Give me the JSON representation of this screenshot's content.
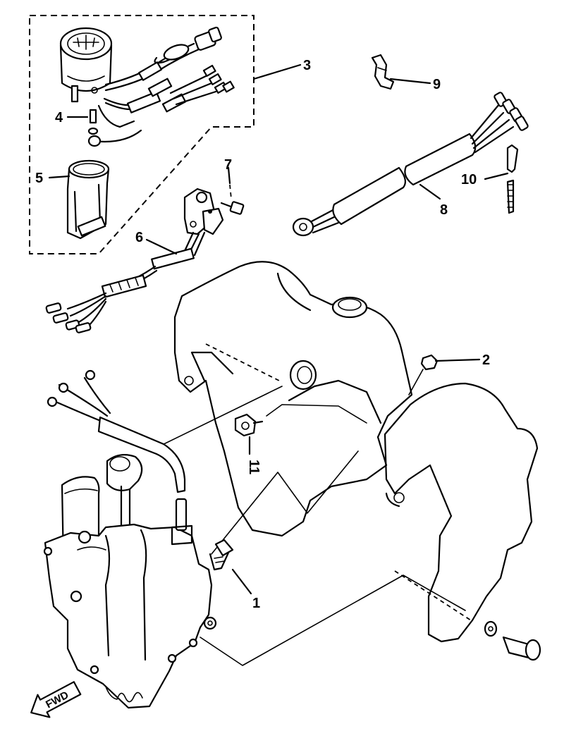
{
  "parts": [
    {
      "id": "1",
      "label": "1"
    },
    {
      "id": "2",
      "label": "2"
    },
    {
      "id": "3",
      "label": "3"
    },
    {
      "id": "4",
      "label": "4"
    },
    {
      "id": "5",
      "label": "5"
    },
    {
      "id": "6",
      "label": "6"
    },
    {
      "id": "7",
      "label": "7"
    },
    {
      "id": "8",
      "label": "8"
    },
    {
      "id": "9",
      "label": "9"
    },
    {
      "id": "10",
      "label": "10"
    },
    {
      "id": "11",
      "label": "11"
    }
  ],
  "direction_marker": {
    "text": "FWD"
  }
}
